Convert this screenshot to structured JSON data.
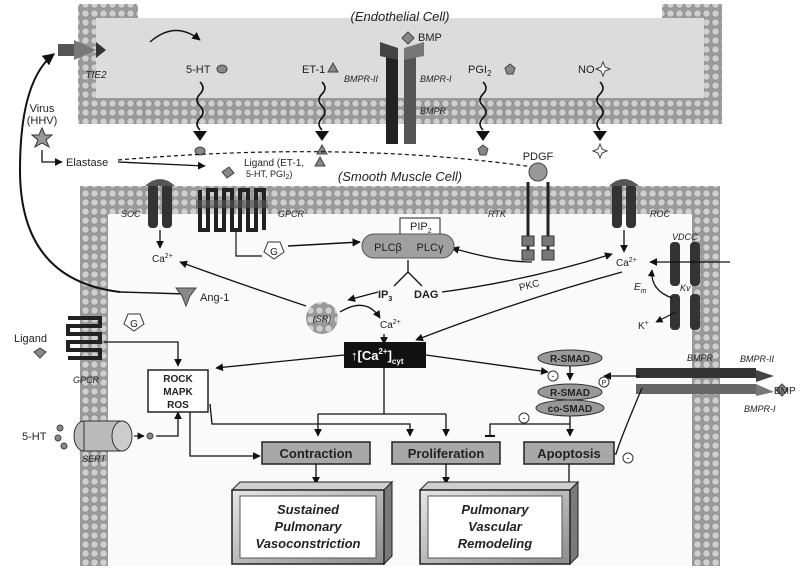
{
  "cells": {
    "endothelial": "(Endothelial Cell)",
    "smooth_muscle": "(Smooth Muscle Cell)"
  },
  "endothelial": {
    "tie2": "TIE2",
    "serotonin": "5-HT",
    "et1": "ET-1",
    "bmp": "BMP",
    "bmpr2": "BMPR-II",
    "bmpr1": "BMPR-I",
    "bmpr": "BMPR",
    "pgi2": "PGI",
    "pgi2_sub": "2",
    "no": "NO"
  },
  "left": {
    "virus": "Virus",
    "hhv": "(HHV)",
    "elastase": "Elastase",
    "ang1": "Ang-1",
    "ligand": "Ligand",
    "gpcr": "GPCR",
    "g": "G",
    "serotonin": "5-HT",
    "sert": "SERT",
    "rock": "ROCK",
    "mapk": "MAPK",
    "ros": "ROS"
  },
  "membrane": {
    "ligand_line1": "Ligand (ET-1,",
    "ligand_line2": "5-HT, PGI",
    "ligand_line2_sub": "2",
    "ligand_line2_end": ")",
    "pdgf": "PDGF",
    "soc": "SOC",
    "gpcr": "GPCR",
    "rtk": "RTK",
    "roc": "ROC",
    "vdcc": "VDCC",
    "kv": "Kv",
    "g": "G"
  },
  "signaling": {
    "pip2": "PIP",
    "pip2_sub": "2",
    "plcb": "PLCβ",
    "plcg": "PLCγ",
    "ip3": "IP",
    "ip3_sub": "3",
    "dag": "DAG",
    "pkc": "PKC",
    "sr": "(SR)",
    "ca": "Ca",
    "ca_sup": "2+",
    "cyt_prefix": "↑[Ca",
    "cyt_sup": "2+",
    "cyt_close": "]",
    "cyt_sub": "cyt",
    "em": "E",
    "em_sub": "m",
    "k": "K",
    "k_sup": "+"
  },
  "smad": {
    "rsmad": "R-SMAD",
    "p": "P",
    "co_smad": "co-SMAD",
    "minus": "-"
  },
  "bmpr_right": {
    "bmpr": "BMPR",
    "bmpr2": "BMPR-II",
    "bmpr1": "BMPR-I",
    "bmp": "BMP"
  },
  "outcomes": {
    "contraction": "Contraction",
    "proliferation": "Proliferation",
    "apoptosis": "Apoptosis"
  },
  "results": {
    "vaso_l1": "Sustained",
    "vaso_l2": "Pulmonary",
    "vaso_l3": "Vasoconstriction",
    "remod_l1": "Pulmonary",
    "remod_l2": "Vascular",
    "remod_l3": "Remodeling"
  }
}
